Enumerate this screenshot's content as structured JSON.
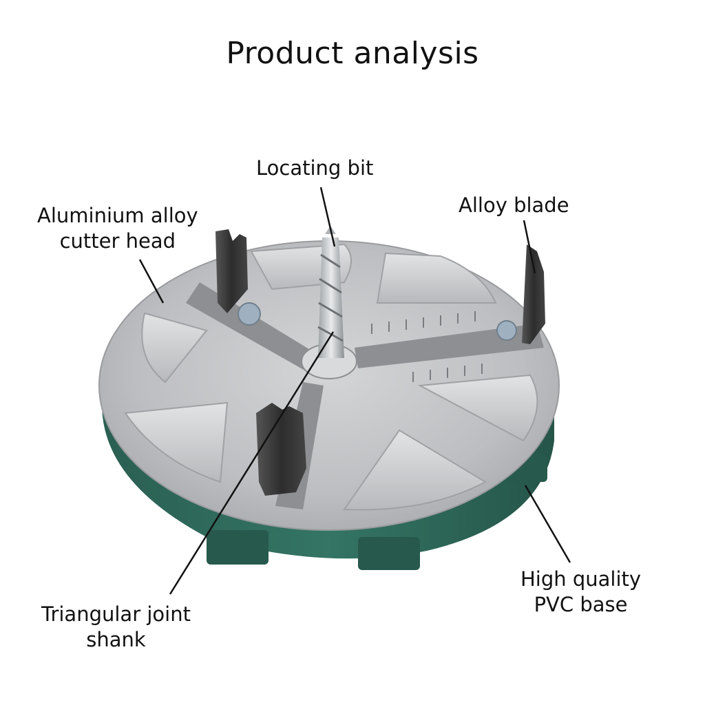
{
  "title": "Product analysis",
  "callouts": {
    "locating_bit": "Locating bit",
    "cutter_head": [
      "Aluminium alloy",
      "cutter head"
    ],
    "alloy_blade": "Alloy blade",
    "pvc_base": [
      "High quality",
      "PVC base"
    ],
    "shank": [
      "Triangular joint",
      "shank"
    ]
  },
  "colors": {
    "base_green": "#2f6b5c",
    "plate_silver": "#c6c7c9",
    "blade_dark": "#3a3a3a"
  }
}
